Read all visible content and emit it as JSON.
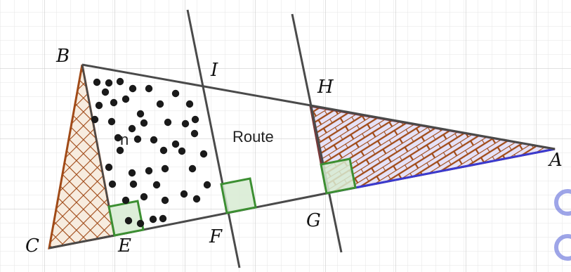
{
  "figure": {
    "points": {
      "A": "A",
      "B": "B",
      "C": "C",
      "E": "E",
      "F": "F",
      "G": "G",
      "H": "H",
      "I": "I"
    },
    "region_labels": {
      "middle": "Route",
      "left_small": "n"
    }
  },
  "colors": {
    "grid_minor": "#e6e6e6",
    "grid_major": "#cfcfcf",
    "segment": "#4a4a4a",
    "brick": "#a04a17",
    "lilac_fill": "#e6e2f7",
    "hatch_fill": "#f7ecdf",
    "right_angle_stroke": "#3c8f32",
    "right_angle_fill": "#d7ebd2",
    "blue_edge": "#3a3acf",
    "watermark": "#4f5bd5",
    "dots": "#1a1a1a"
  }
}
